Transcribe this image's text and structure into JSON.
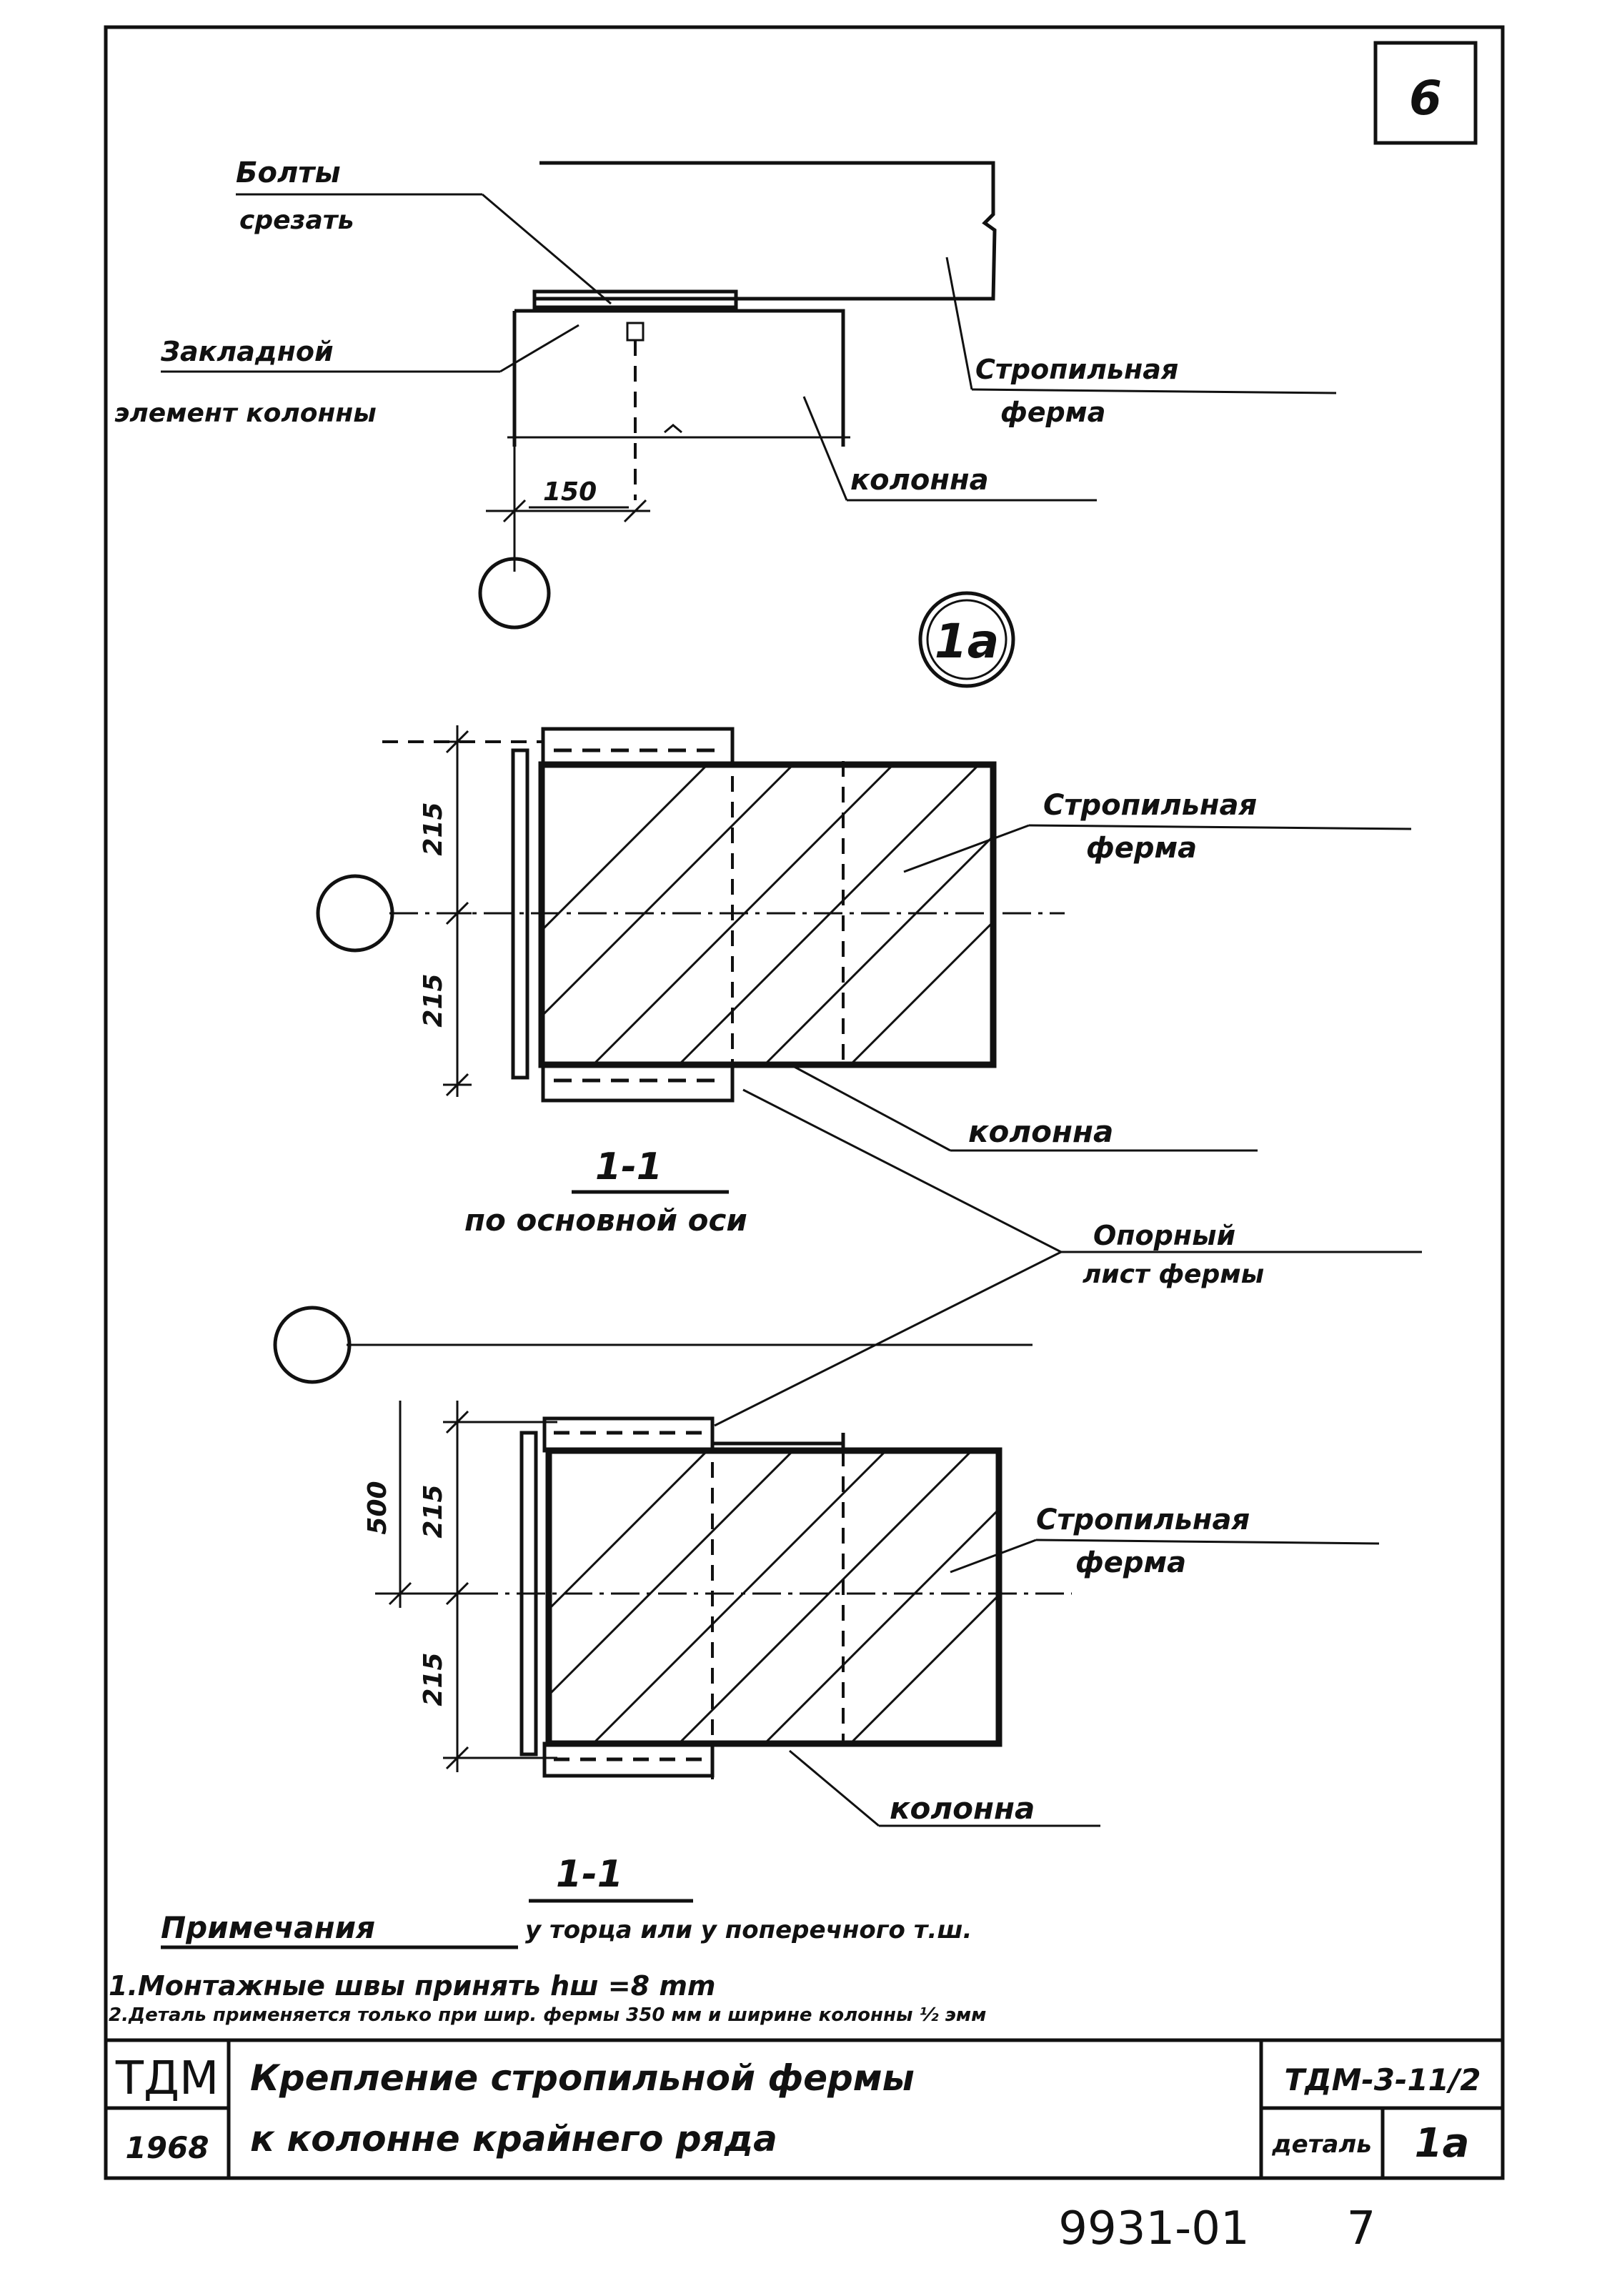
{
  "sheet_number": "6",
  "detail_mark": "1а",
  "elevation": {
    "bolts_label_1": "Болты",
    "bolts_label_2": "срезать",
    "embedded_label_1": "Закладной",
    "embedded_label_2": "элемент колонны",
    "truss_label_1": "Стропильная",
    "truss_label_2": "ферма",
    "column_label": "колонна",
    "dim_150": "150"
  },
  "section_main": {
    "truss_label_1": "Стропильная",
    "truss_label_2": "ферма",
    "column_label": "колонна",
    "dim_top": "215",
    "dim_bottom": "215",
    "title_num": "1-1",
    "title_text": "по основной оси",
    "plate_label_1": "Опорный",
    "plate_label_2": "лист фермы"
  },
  "section_end": {
    "truss_label_1": "Стропильная",
    "truss_label_2": "ферма",
    "column_label": "колонна",
    "dim_500": "500",
    "dim_top": "215",
    "dim_bottom": "215",
    "title_num": "1-1",
    "title_text": "у торца или у поперечного т.ш."
  },
  "notes": {
    "heading": "Примечания",
    "note_1": "1.Монтажные швы принять hш =8 mm",
    "note_2": "2.Деталь применяется только при шир. фермы 350 мм и ширине колонны ½ эмм"
  },
  "title_block": {
    "org": "ТДМ",
    "year": "1968",
    "title_1": "Крепление стропильной фермы",
    "title_2": "к колонне крайнего ряда",
    "code": "ТДМ-3-11/2",
    "detail_label": "деталь",
    "detail_value": "1а"
  },
  "footer": {
    "doc_number": "9931-01",
    "page": "7"
  }
}
